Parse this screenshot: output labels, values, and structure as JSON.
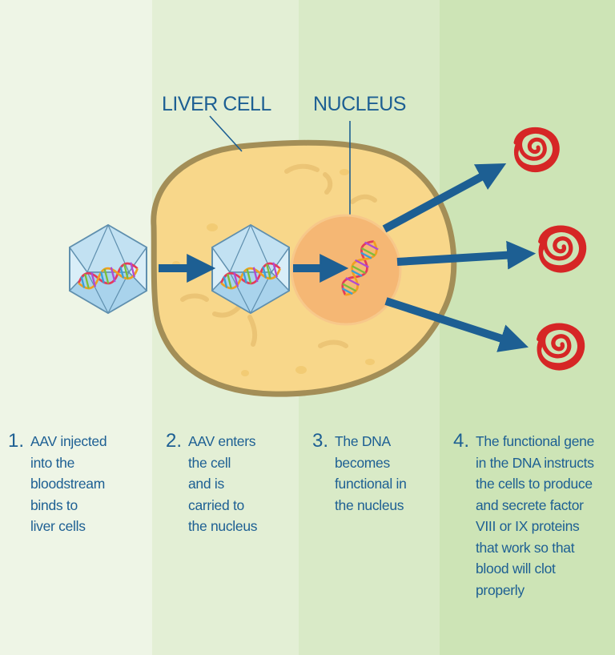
{
  "labels": {
    "liver_cell": "LIVER CELL",
    "nucleus": "NUCLEUS"
  },
  "steps": [
    {
      "number": "1.",
      "text": "AAV injected\ninto the\nbloodstream\nbinds to\nliver cells"
    },
    {
      "number": "2.",
      "text": "AAV enters\nthe cell\nand is\ncarried to\nthe nucleus"
    },
    {
      "number": "3.",
      "text": "The DNA\nbecomes\nfunctional in\nthe nucleus"
    },
    {
      "number": "4.",
      "text": "The functional gene\nin the DNA instructs\nthe cells to produce\nand secrete factor\nVIII or IX proteins\nthat work so that\nblood will clot\nproperly"
    }
  ],
  "colors": {
    "band_1": "#eef5e6",
    "band_2": "#e3efd5",
    "band_3": "#d9eac7",
    "band_4": "#cde4b6",
    "cell_fill": "#f8d78a",
    "cell_outline": "#a38e57",
    "nucleus_fill": "#f5b774",
    "arrow": "#1d5f93",
    "protein": "#d62626",
    "text": "#1d5f93"
  },
  "icons": [
    "aav-capsid-icon",
    "dna-helix-icon",
    "protein-icon",
    "arrow-icon"
  ]
}
